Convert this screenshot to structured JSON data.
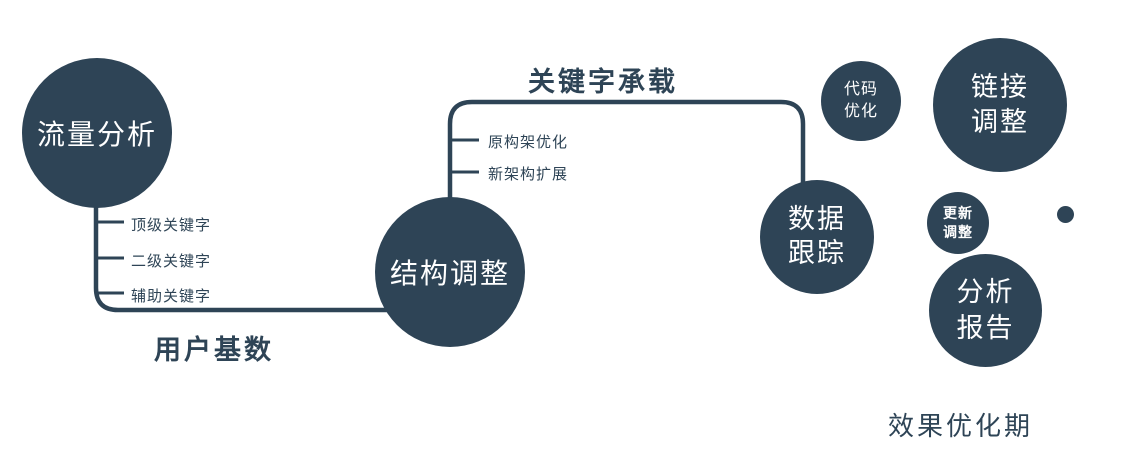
{
  "diagram": {
    "colors": {
      "primary": "#2E4456",
      "node_text": "#FFFFFF",
      "background": "#FFFFFF"
    },
    "nodes": {
      "traffic_analysis": {
        "label": "流量分析"
      },
      "structure_adjust": {
        "label": "结构调整"
      },
      "data_tracking": {
        "line1": "数据",
        "line2": "跟踪"
      },
      "code_optimization": {
        "line1": "代码",
        "line2": "优化"
      },
      "link_adjust": {
        "line1": "链接",
        "line2": "调整"
      },
      "update_adjust": {
        "line1": "更新",
        "line2": "调整"
      },
      "analysis_report": {
        "line1": "分析",
        "line2": "报告"
      }
    },
    "edge_labels": {
      "user_base": "用户基数",
      "keyword_carrying": "关键字承载"
    },
    "branch_labels": {
      "traffic": [
        "顶级关键字",
        "二级关键字",
        "辅助关键字"
      ],
      "structure": [
        "原构架优化",
        "新架构扩展"
      ]
    },
    "caption": "效果优化期"
  }
}
